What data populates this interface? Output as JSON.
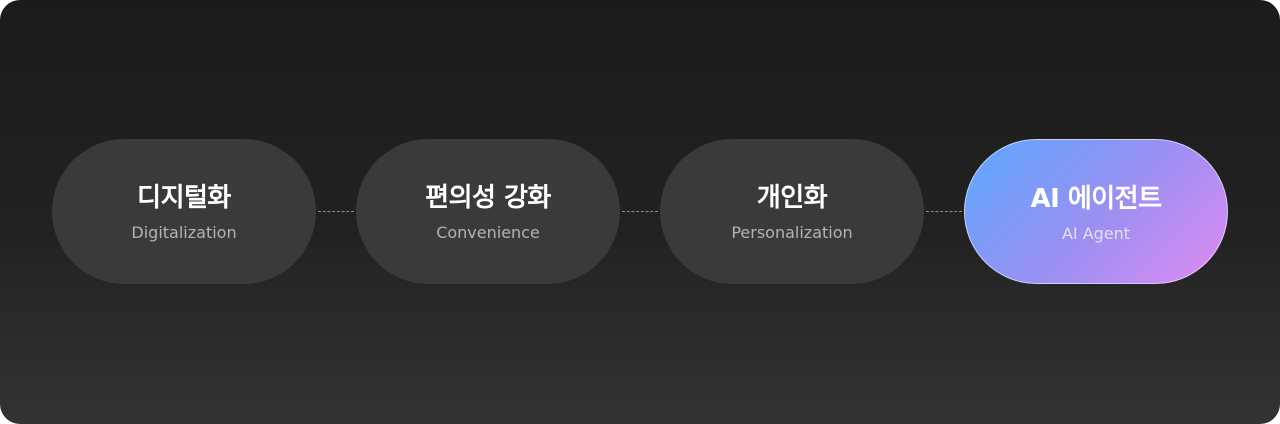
{
  "steps": [
    {
      "title": "디지털화",
      "subtitle": "Digitalization"
    },
    {
      "title": "편의성 강화",
      "subtitle": "Convenience"
    },
    {
      "title": "개인화",
      "subtitle": "Personalization"
    },
    {
      "title": "AI 에이전트",
      "subtitle": "AI Agent"
    }
  ],
  "colors": {
    "background_top": "#1b1b1b",
    "background_bottom": "#333333",
    "pill": "#3a3a3a",
    "highlight_start": "#5aa8ff",
    "highlight_mid": "#9a90f2",
    "highlight_end": "#e08af2",
    "subtitle": "#b3b3b3",
    "connector": "#8a8a8a"
  }
}
